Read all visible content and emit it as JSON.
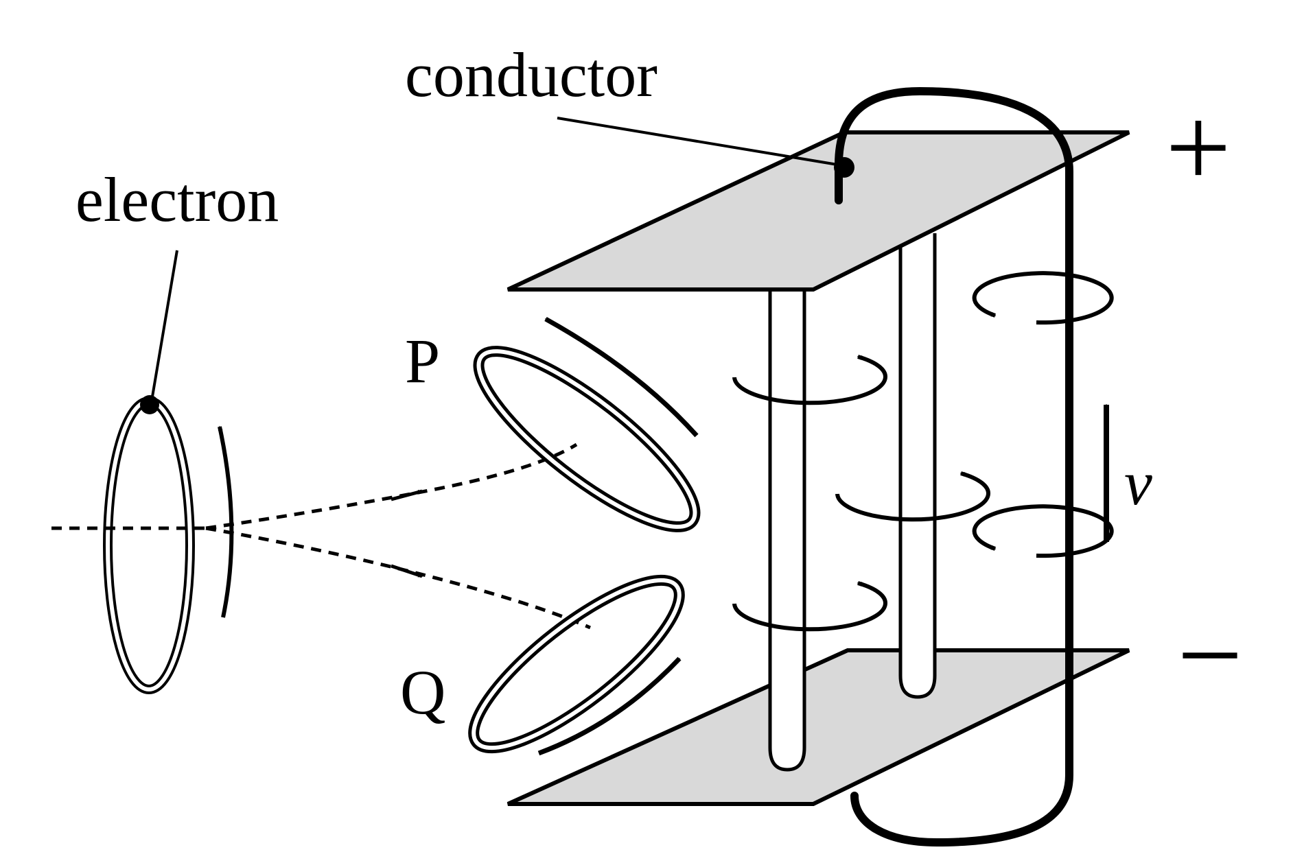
{
  "labels": {
    "conductor": "conductor",
    "electron": "electron",
    "ring_p": "P",
    "ring_q": "Q",
    "velocity": "v",
    "plus": "+",
    "minus": "−"
  },
  "colors": {
    "plate_fill": "#d9d9d9",
    "stroke": "#000000",
    "background": "#ffffff"
  }
}
